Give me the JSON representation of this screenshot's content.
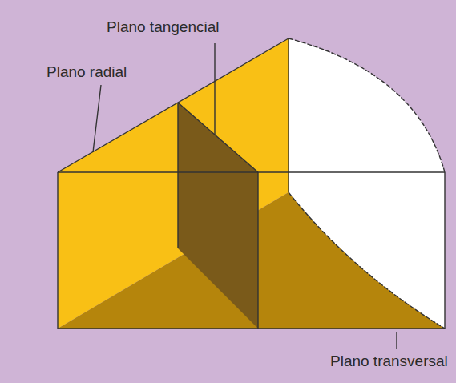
{
  "diagram": {
    "labels": [
      "Plano tangencial",
      "Plano radial",
      "Plano transversal"
    ]
  }
}
